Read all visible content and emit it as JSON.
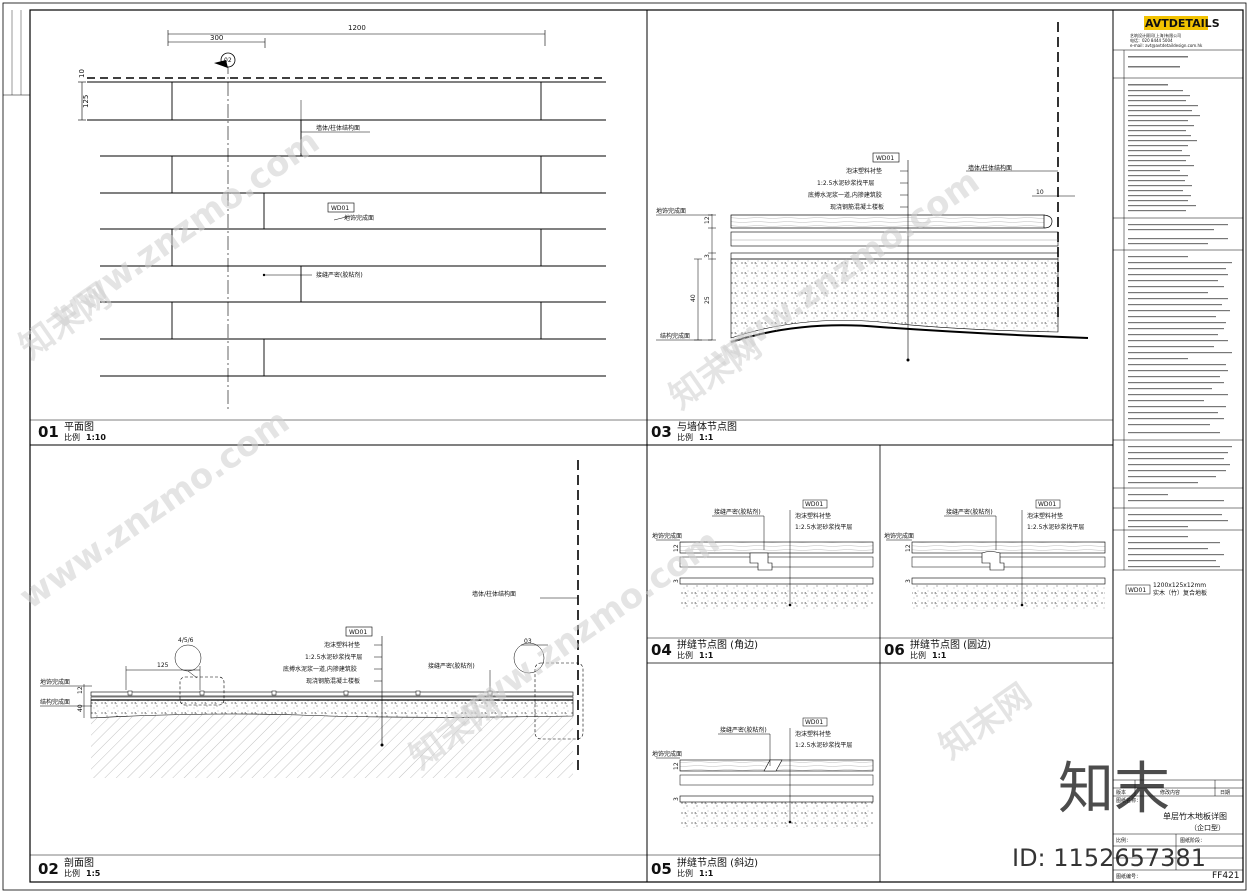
{
  "panels": {
    "p01": {
      "num": "01",
      "title": "平面图",
      "scale_label": "比例",
      "scale": "1:10",
      "dim_total": "1200",
      "dim_part": "300",
      "side_dim_a": "10",
      "side_dim_b": "125",
      "section_tag": "02",
      "labels": {
        "wall": "墙体/柱体结构面",
        "material": "WD01",
        "floor_face": "地饰完成面",
        "seam": "接缝严密(胶粘剂)"
      }
    },
    "p02": {
      "num": "02",
      "title": "剖面图",
      "scale_label": "比例",
      "scale": "1:5",
      "detail_tag_a": "4/5/6",
      "detail_tag_b": "03",
      "dim_125": "125",
      "material": "WD01",
      "labels": [
        "泡沫塑料衬垫",
        "1:2.5水泥砂浆找平层",
        "底搏水泥浆一道,内掺建筑胶",
        "现浇钢筋混凝土楼板"
      ],
      "wall": "墙体/柱体结构面",
      "seam": "接缝严密(胶粘剂)",
      "finish": "地饰完成面",
      "struct": "结构完成面",
      "dims": [
        "12",
        "40"
      ]
    },
    "p03": {
      "num": "03",
      "title": "与墙体节点图",
      "scale_label": "比例",
      "scale": "1:1",
      "material": "WD01",
      "labels": [
        "泡沫塑料衬垫",
        "1:2.5水泥砂浆找平层",
        "底搏水泥浆一道,内掺建筑胶",
        "现浇钢筋混凝土楼板"
      ],
      "wall": "墙体/柱体结构面",
      "finish": "地饰完成面",
      "struct": "结构完成面",
      "dim_gap": "10",
      "dims": [
        "12",
        "3",
        "40",
        "25"
      ]
    },
    "p04": {
      "num": "04",
      "title": "拼缝节点图 (角边)",
      "scale_label": "比例",
      "scale": "1:1"
    },
    "p05": {
      "num": "05",
      "title": "拼缝节点图 (斜边)",
      "scale_label": "比例",
      "scale": "1:1"
    },
    "p06": {
      "num": "06",
      "title": "拼缝节点图 (圆边)",
      "scale_label": "比例",
      "scale": "1:1"
    },
    "joint": {
      "material": "WD01",
      "seam": "接缝严密(胶粘剂)",
      "pad": "泡沫塑料衬垫",
      "screed": "1:2.5水泥砂浆找平层",
      "finish": "地饰完成面",
      "dims": [
        "12",
        "3"
      ]
    }
  },
  "titleblock": {
    "logo": "AVTDETAILS",
    "company": "艺筑设计顾问(上海)有限公司",
    "phone": "电话：020 8444 5004",
    "email": "e-mail: avt@avtdetaildesign.com.hk",
    "legend_code": "WD01",
    "legend_desc_1": "1200x125x12mm",
    "legend_desc_2": "实木（竹）复合地板",
    "rev_headers": [
      "版本",
      "修改内容",
      "日期"
    ],
    "drawing_name_label": "图纸名称：",
    "drawing_name_1": "单层竹木地板详图",
    "drawing_name_2": "（企口型）",
    "drawing_no_label": "图纸编号：",
    "drawing_no": "FF421",
    "ratio_label": "比例：",
    "stage_label": "图纸阶段："
  },
  "watermarks": {
    "site": "www.znzmo.com",
    "brand": "知末网",
    "brand_big": "知末",
    "id": "ID: 1152657381"
  }
}
